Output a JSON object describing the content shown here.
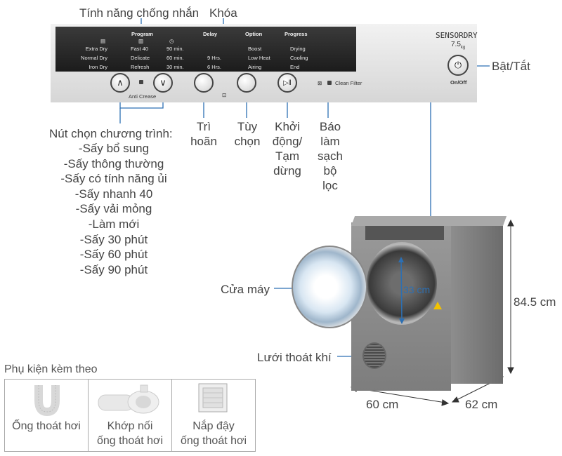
{
  "panel": {
    "top_labels": {
      "anti_wrinkle": "Tính năng chống nhắn",
      "lock": "Khóa"
    },
    "brand": {
      "name": "SENSORDRY",
      "capacity": "7.5",
      "unit": "kg"
    },
    "headers": {
      "program": "Program",
      "delay": "Delay",
      "option": "Option",
      "progress": "Progress"
    },
    "program_left": [
      "Extra Dry",
      "Normal Dry",
      "Iron Dry"
    ],
    "program_right": [
      "Fast 40",
      "Delicate",
      "Refresh"
    ],
    "program_time": [
      "90 min.",
      "60 min.",
      "30 min."
    ],
    "delay": [
      "9 Hrs.",
      "6 Hrs."
    ],
    "option": [
      "Boost",
      "Low Heat",
      "Airing"
    ],
    "progress": [
      "Drying",
      "Cooling",
      "End"
    ],
    "anti_crease": "Anti Crease",
    "clean_filter": "Clean Filter",
    "on_off": "On/Off",
    "on_off_label": "Bật/Tắt"
  },
  "callouts": {
    "program_buttons": {
      "title": "Nút chọn chương trình:",
      "items": [
        "-Sấy bổ sung",
        "-Sấy thông thường",
        "-Sấy có tính năng ủi",
        "-Sấy nhanh 40",
        "-Sấy vải mỏng",
        "-Làm mới",
        "-Sấy 30 phút",
        "-Sấy 60 phút",
        "-Sấy 90 phút"
      ]
    },
    "delay": [
      "Trì",
      "hoãn"
    ],
    "option": [
      "Tùy",
      "chọn"
    ],
    "start_pause": [
      "Khởi",
      "động/",
      "Tạm",
      "dừng"
    ],
    "filter": [
      "Báo",
      "làm",
      "sạch",
      "bộ",
      "lọc"
    ]
  },
  "dryer": {
    "door": "Cửa máy",
    "vent": "Lưới thoát khí",
    "opening_size": "33 cm",
    "height": "84.5 cm",
    "width": "60 cm",
    "depth": "62 cm"
  },
  "accessories": {
    "title": "Phụ kiện kèm theo",
    "items": [
      {
        "line1": "Ống thoát hơi",
        "line2": ""
      },
      {
        "line1": "Khớp nối",
        "line2": "ống thoát hơi"
      },
      {
        "line1": "Nắp đậy",
        "line2": "ống thoát hơi"
      }
    ]
  }
}
